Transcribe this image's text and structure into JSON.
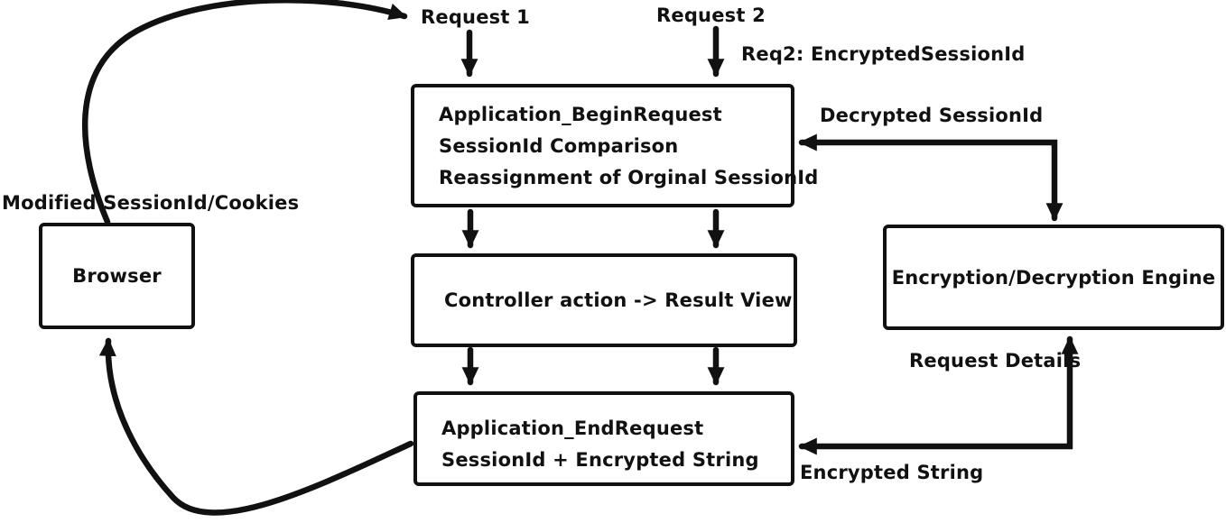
{
  "diagram": {
    "colors": {
      "ink": "#111111",
      "background": "#ffffff"
    },
    "nodes": {
      "begin_request": {
        "lines": [
          "Application_BeginRequest",
          "SessionId Comparison",
          "Reassignment of Orginal SessionId"
        ]
      },
      "browser": {
        "label": "Browser"
      },
      "controller": {
        "label": "Controller action -> Result View"
      },
      "engine": {
        "label": "Encryption/Decryption Engine"
      },
      "end_request": {
        "lines": [
          "Application_EndRequest",
          "SessionId + Encrypted String"
        ]
      }
    },
    "labels": {
      "request1": "Request 1",
      "request2": "Request 2",
      "req2_note": "Req2: EncryptedSessionId",
      "decrypted_sessionid": "Decrypted SessionId",
      "modified_cookies": "Modified SessionId/Cookies",
      "request_details": "Request Details",
      "encrypted_string": "Encrypted String"
    }
  }
}
